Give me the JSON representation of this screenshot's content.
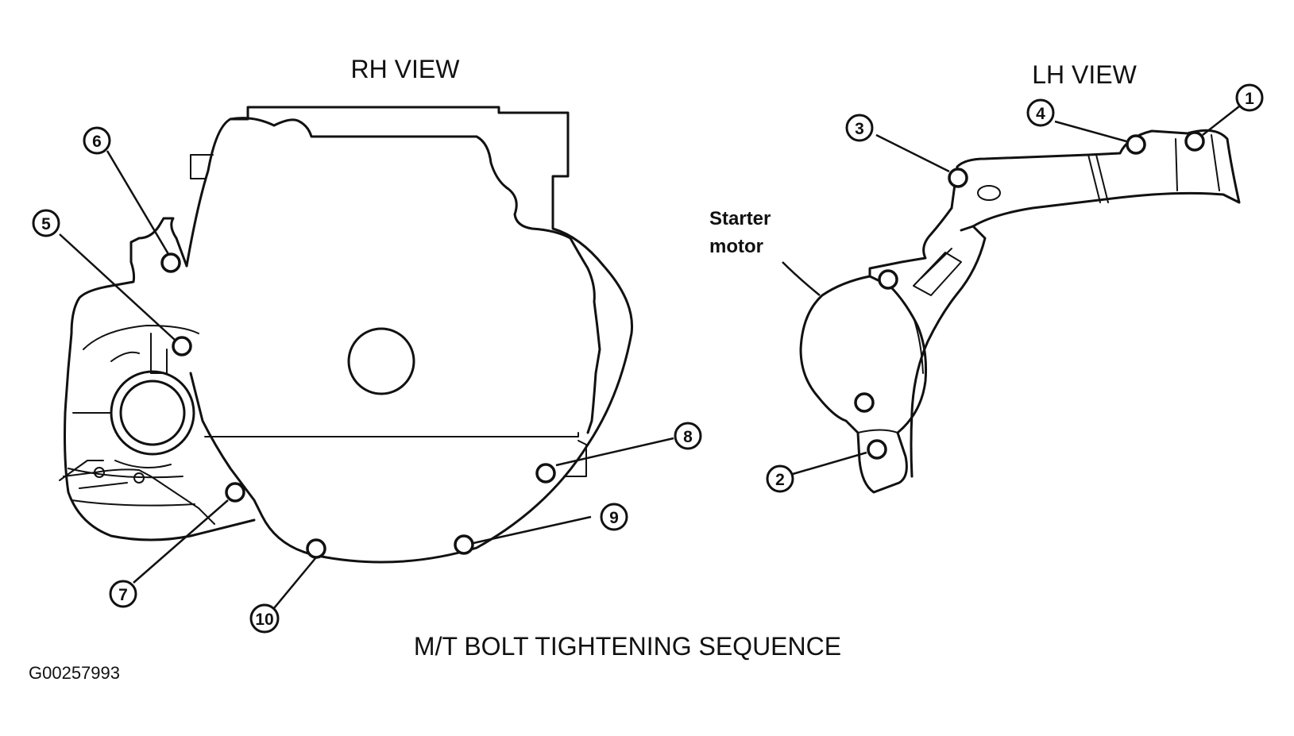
{
  "rh_view": {
    "title": "RH VIEW",
    "callouts": [
      "6",
      "5",
      "7",
      "10",
      "9",
      "8"
    ]
  },
  "lh_view": {
    "title": "LH VIEW",
    "starter_label_line1": "Starter",
    "starter_label_line2": "motor",
    "callouts": [
      "1",
      "4",
      "3",
      "2"
    ]
  },
  "caption": "M/T BOLT TIGHTENING SEQUENCE",
  "figure_id": "G00257993"
}
